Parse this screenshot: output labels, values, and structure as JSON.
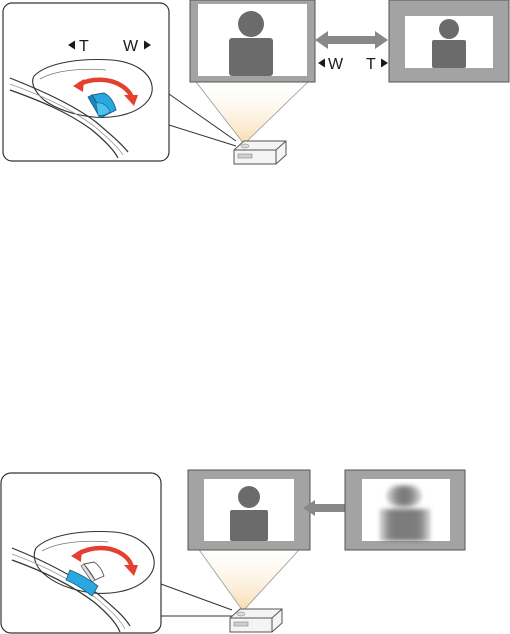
{
  "zoom_diagram": {
    "inset_tele_label": "T",
    "inset_wide_label": "W",
    "arrow_wide_label": "W",
    "arrow_tele_label": "T"
  },
  "focus_diagram": {},
  "colors": {
    "screen_gray": "#a3a3a3",
    "person_gray": "#6b6b6b",
    "arrow_gray": "#888888",
    "lever_blue": "#29a8e0",
    "rotation_red": "#e4402f",
    "beam_warm": "#fbe7c4",
    "outline": "#333333"
  },
  "icons": [
    "zoom-lever-icon",
    "focus-ring-icon",
    "projector-icon",
    "person-silhouette-icon",
    "double-arrow-icon"
  ]
}
